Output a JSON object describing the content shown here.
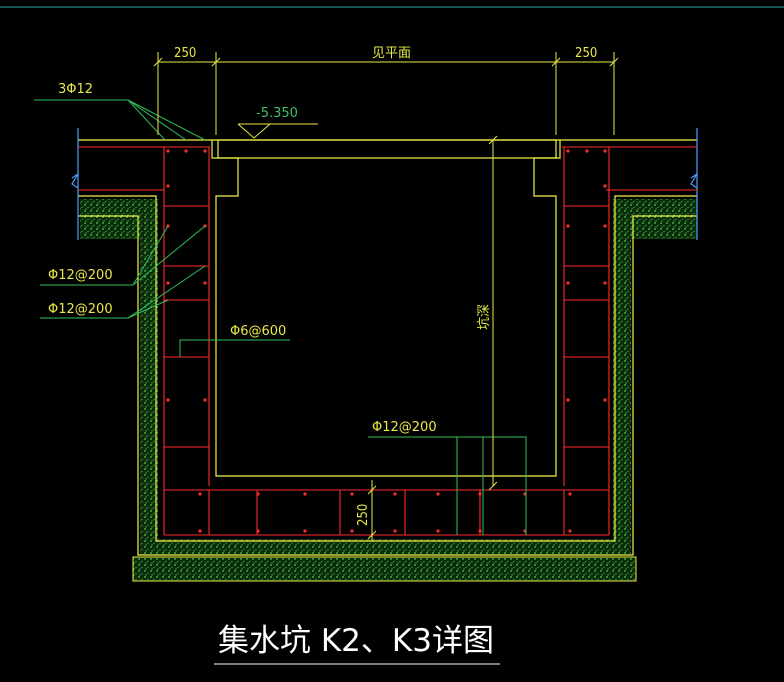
{
  "dimensions": {
    "left_width": "250",
    "middle": "见平面",
    "right_width": "250",
    "depth": "坑深",
    "bottom_thickness": "250"
  },
  "elevation": "-5.350",
  "rebar_labels": {
    "top_bars": "3Φ12",
    "wall_vertical": "Φ12@200",
    "wall_horizontal": "Φ12@200",
    "tie_bars": "Φ6@600",
    "bottom_bars": "Φ12@200"
  },
  "title": "集水坑 K2、K3详图",
  "colors": {
    "background": "#000000",
    "concrete": "#f2f24a",
    "rebar": "#ff2a2a",
    "leader": "#2fc05a",
    "dimension": "#e8e84a",
    "axis": "#4aa0ff",
    "soil_fill": "#2e7a2e"
  }
}
